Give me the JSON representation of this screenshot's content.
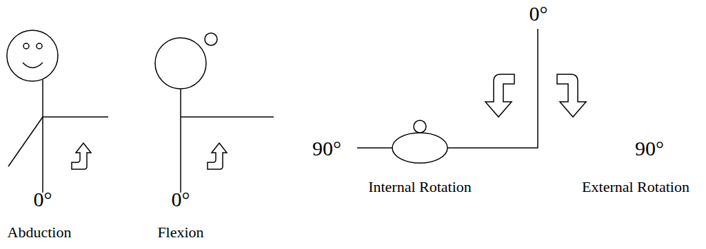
{
  "diagram": {
    "labels": [
      "0°",
      "Abduction",
      "0°",
      "Flexion",
      "0°",
      "90°",
      "90°",
      "Internal Rotation",
      "External Rotation"
    ]
  }
}
